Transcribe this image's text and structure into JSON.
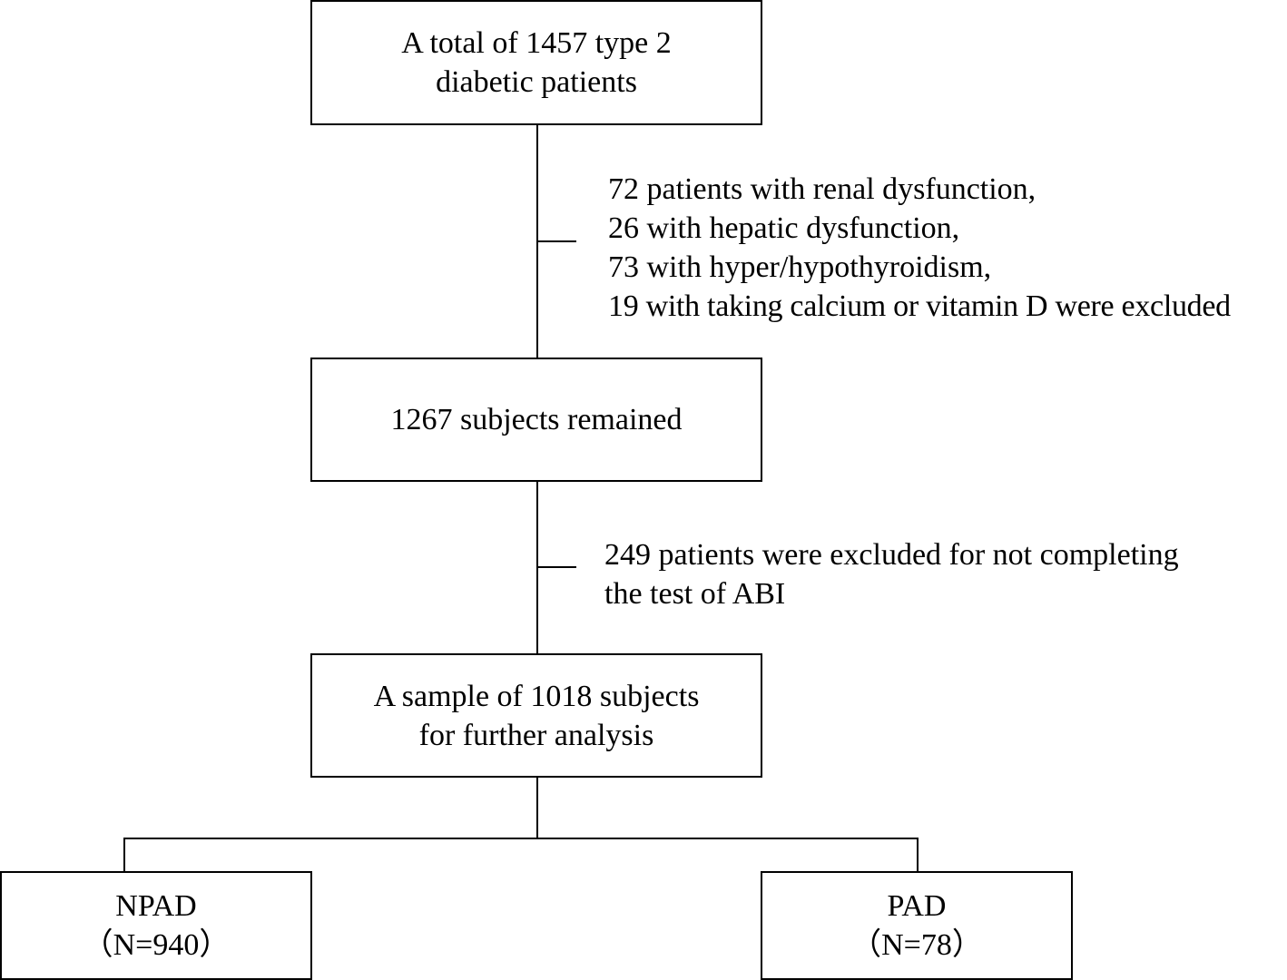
{
  "boxes": {
    "start": {
      "lines": [
        "A total of 1457 type 2",
        "diabetic patients"
      ]
    },
    "remained": {
      "lines": [
        "1267 subjects remained"
      ]
    },
    "sample": {
      "lines": [
        "A sample of 1018 subjects",
        "for further analysis"
      ]
    },
    "npad": {
      "lines": [
        "NPAD",
        "（N=940）"
      ]
    },
    "pad": {
      "lines": [
        "PAD",
        "（N=78）"
      ]
    }
  },
  "exclusions": {
    "first": {
      "lines": [
        "72 patients with renal dysfunction,",
        "26 with hepatic dysfunction,",
        "73 with hyper/hypothyroidism,",
        "19 with taking calcium or vitamin D were excluded"
      ]
    },
    "second": {
      "lines": [
        "249 patients were excluded for not completing",
        "the test of ABI"
      ]
    }
  },
  "colors": {
    "line": "#000000",
    "background": "#ffffff",
    "text": "#000000"
  }
}
